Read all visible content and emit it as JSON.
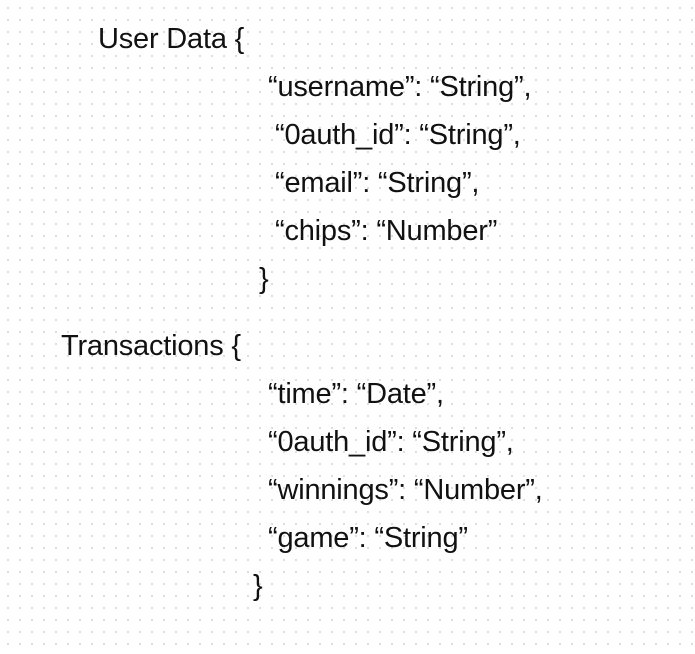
{
  "blocks": [
    {
      "header": "User Data {",
      "fields": [
        "“username”: “String”,",
        "“0auth_id”: “String”,",
        "“email”: “String”,",
        "“chips”: “Number”"
      ],
      "closing": "}"
    },
    {
      "header": "Transactions {",
      "fields": [
        "“time”: “Date”,",
        "“0auth_id”: “String”,",
        "“winnings”: “Number”,",
        "“game”: “String”"
      ],
      "closing": "}"
    }
  ]
}
